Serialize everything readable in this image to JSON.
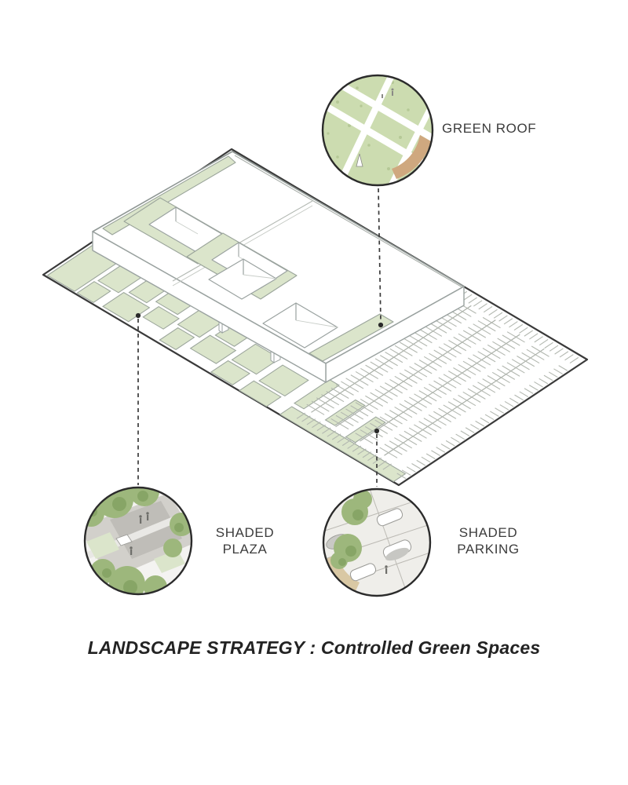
{
  "diagram": {
    "title": "LANDSCAPE STRATEGY : Controlled Green Spaces",
    "callouts": {
      "green_roof": {
        "label": "GREEN ROOF"
      },
      "shaded_plaza": {
        "line1": "SHADED",
        "line2": "PLAZA"
      },
      "shaded_parking": {
        "line1": "SHADED",
        "line2": "PARKING"
      }
    },
    "colors": {
      "vegetation_green": "#dbe5cb",
      "vignette_lawn_green": "#ccdcb0",
      "tree_green": "#9db77c",
      "paving_gray": "#d2d0cb",
      "detail_tan": "#cfa87f",
      "line_dark": "#3a3a3a",
      "line_soft": "#9ba59b"
    }
  }
}
